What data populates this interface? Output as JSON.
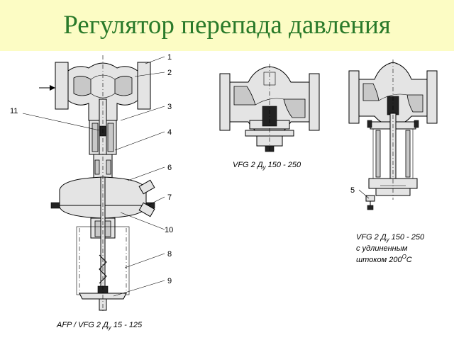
{
  "title": "Регулятор перепада давления",
  "colors": {
    "title_band": "#fcfcc4",
    "title_text": "#2a7a2a"
  },
  "callouts_left": [
    "1",
    "2",
    "3",
    "4",
    "6",
    "7",
    "10",
    "8",
    "9"
  ],
  "callout_11": "11",
  "callout_5": "5",
  "captions": {
    "left": {
      "prefix": "AFP / VFG 2 ",
      "d": "Д",
      "sub": "у",
      "range": " 15 - 125"
    },
    "middle": {
      "prefix": "VFG 2 ",
      "d": "Д",
      "sub": "у",
      "range": " 150 - 250"
    },
    "right": {
      "prefix": "VFG 2 ",
      "d": "Д",
      "sub": "у",
      "range": " 150 - 250",
      "line2": "с удлиненным",
      "line3_pre": "штоком 200",
      "line3_sup": "O",
      "line3_post": "C"
    }
  }
}
